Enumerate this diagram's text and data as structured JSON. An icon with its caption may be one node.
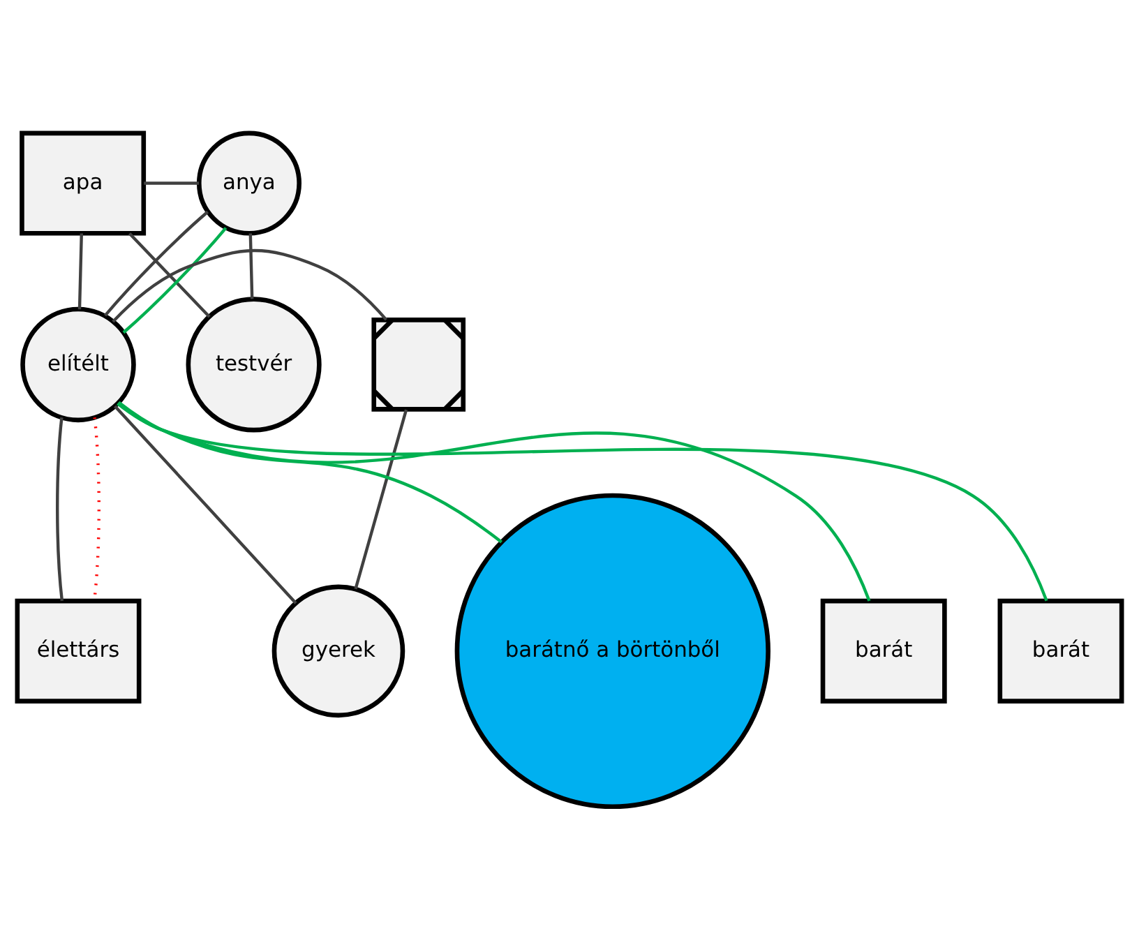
{
  "diagram": {
    "nodes": [
      {
        "text": [
          "apa"
        ]
      },
      {
        "text": [
          "anya"
        ]
      },
      {
        "text": [
          "testvér"
        ]
      },
      {
        "text": [
          "elítélt"
        ]
      },
      {
        "text": [],
        "shape": "box"
      },
      {
        "text": [
          "barátnő a börtönből"
        ]
      },
      {
        "text": [
          "gyerek"
        ]
      },
      {
        "text": [
          "barát"
        ]
      },
      {
        "text": [
          "barát"
        ]
      },
      {
        "text": [
          "élettárs"
        ]
      }
    ],
    "edges": [
      {
        "from": 0,
        "to": 1,
        "arrow": "none"
      },
      {
        "from": 0,
        "to": 2,
        "arrow": "none"
      },
      {
        "from": 1,
        "to": 2,
        "arrow": "none"
      },
      {
        "from": 0,
        "to": 3,
        "arrow": "none"
      },
      {
        "from": 1,
        "to": 3,
        "arrow": "none"
      },
      {
        "from": 3,
        "to": 4,
        "arrow": "none"
      },
      {
        "from": 3,
        "to": 6,
        "arrow": "none"
      },
      {
        "from": 4,
        "to": 6,
        "arrow": "none"
      },
      {
        "from": 3,
        "to": 9,
        "arrow": "none"
      },
      {
        "from": 3,
        "to": 9,
        "arrow": "none",
        "style": "dashed",
        "color": "#ff0000"
      },
      {
        "from": 1,
        "to": 3,
        "arrow": "none",
        "color": "#00b050"
      },
      {
        "from": 5,
        "to": 3,
        "arrow": "none",
        "color": "#00b050"
      },
      {
        "from": 7,
        "to": 3,
        "arrow": "none",
        "color": "#00b050"
      },
      {
        "from": 8,
        "to": 3,
        "arrow": "none",
        "color": "#00b050"
      }
    ]
  }
}
